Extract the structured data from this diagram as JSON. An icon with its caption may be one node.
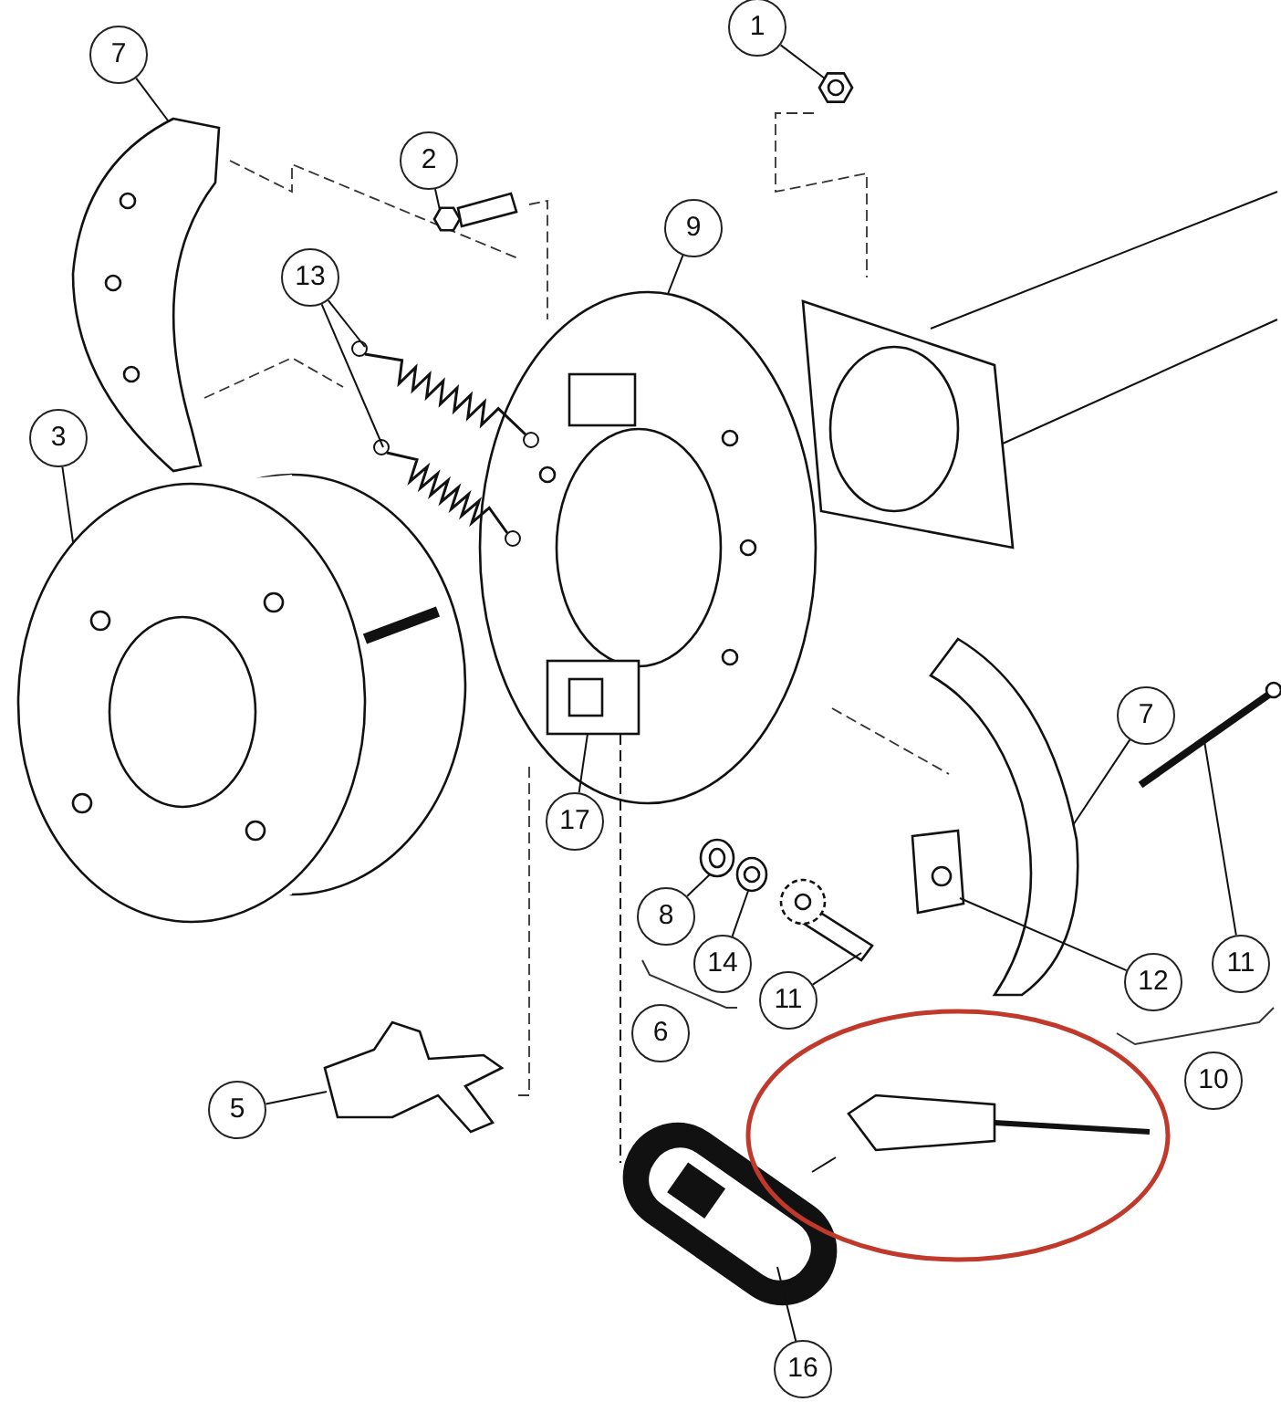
{
  "diagram": {
    "nodes": [
      {
        "text": [
          "1"
        ]
      },
      {
        "text": [],
        "shape": "picture"
      },
      {
        "text": [
          "7"
        ]
      },
      {
        "text": [],
        "shape": "picture"
      },
      {
        "text": [
          "2"
        ]
      },
      {
        "text": [],
        "shape": "picture"
      },
      {
        "text": [
          "13"
        ]
      },
      {
        "text": [],
        "shape": "picture"
      },
      {
        "text": [],
        "shape": "picture"
      },
      {
        "text": [
          "9"
        ]
      },
      {
        "text": [],
        "shape": "picture"
      },
      {
        "text": [
          "3"
        ]
      },
      {
        "text": [],
        "shape": "picture"
      },
      {
        "text": [
          "7"
        ]
      },
      {
        "text": [],
        "shape": "picture"
      },
      {
        "text": [
          "11"
        ]
      },
      {
        "text": [],
        "shape": "picture"
      },
      {
        "text": [
          "17"
        ]
      },
      {
        "text": [],
        "shape": "picture",
        "in": 10
      },
      {
        "text": [
          "8"
        ]
      },
      {
        "text": [],
        "shape": "picture"
      },
      {
        "text": [
          "14"
        ]
      },
      {
        "text": [],
        "shape": "picture"
      },
      {
        "text": [
          "11"
        ]
      },
      {
        "text": [],
        "shape": "picture"
      },
      {
        "text": [
          "12"
        ]
      },
      {
        "text": [],
        "shape": "picture"
      },
      {
        "text": [
          "5"
        ]
      },
      {
        "text": [],
        "shape": "picture"
      },
      {
        "text": [
          "16"
        ]
      },
      {
        "text": [],
        "shape": "picture"
      },
      {
        "text": [
          "6"
        ]
      },
      {
        "text": [
          "10"
        ]
      }
    ],
    "edges": [
      {
        "from": 0,
        "to": 1,
        "arrow": "none"
      },
      {
        "from": 2,
        "to": 3,
        "arrow": "none"
      },
      {
        "from": 4,
        "to": 5,
        "arrow": "none"
      },
      {
        "from": 6,
        "to": 7,
        "arrow": "none"
      },
      {
        "from": 6,
        "to": 8,
        "arrow": "none"
      },
      {
        "from": 9,
        "to": 10,
        "arrow": "none"
      },
      {
        "from": 11,
        "to": 12,
        "arrow": "none"
      },
      {
        "from": 13,
        "to": 14,
        "arrow": "none"
      },
      {
        "from": 15,
        "to": 16,
        "arrow": "none"
      },
      {
        "from": 17,
        "to": 18,
        "arrow": "none"
      },
      {
        "from": 19,
        "to": 20,
        "arrow": "none"
      },
      {
        "from": 21,
        "to": 22,
        "arrow": "none"
      },
      {
        "from": 23,
        "to": 24,
        "arrow": "none"
      },
      {
        "from": 25,
        "to": 26,
        "arrow": "none"
      },
      {
        "from": 27,
        "to": 28,
        "arrow": "none"
      },
      {
        "from": 29,
        "to": 30,
        "arrow": "none"
      },
      {
        "from": 18,
        "to": 30,
        "arrow": "none",
        "style": "dashed"
      }
    ]
  }
}
